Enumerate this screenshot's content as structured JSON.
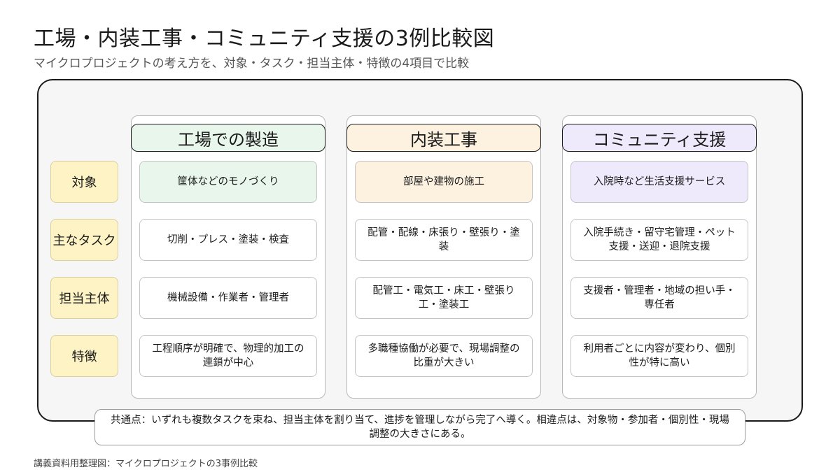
{
  "title": "工場・内装工事・コミュニティ支援の3例比較図",
  "subtitle": "マイクロプロジェクトの考え方を、対象・タスク・担当主体・特徴の4項目で比較",
  "row_labels": [
    "対象",
    "主なタスク",
    "担当主体",
    "特徴"
  ],
  "columns": [
    {
      "title": "工場での製造",
      "accent": "#e8f6ec",
      "cells": [
        "筐体などのモノづくり",
        "切削・プレス・塗装・検査",
        "機械設備・作業者・管理者",
        "工程順序が明確で、物理的加工の連鎖が中心"
      ]
    },
    {
      "title": "内装工事",
      "accent": "#fdf1e0",
      "cells": [
        "部屋や建物の施工",
        "配管・配線・床張り・壁張り・塗装",
        "配管工・電気工・床工・壁張り工・塗装工",
        "多職種協働が必要で、現場調整の比重が大きい"
      ]
    },
    {
      "title": "コミュニティ支援",
      "accent": "#efe9fc",
      "cells": [
        "入院時など生活支援サービス",
        "入院手続き・留守宅管理・ペット支援・送迎・退院支援",
        "支援者・管理者・地域の担い手・専任者",
        "利用者ごとに内容が変わり、個別性が特に高い"
      ]
    }
  ],
  "note": "共通点：いずれも複数タスクを束ね、担当主体を割り当て、進捗を管理しながら完了へ導く。相違点は、対象物・参加者・個別性・現場調整の大きさにある。",
  "footer": "講義資料用整理図：マイクロプロジェクトの3事例比較",
  "colors": {
    "row_label_bg": "#fdf3c4",
    "frame_bg": "#f6f6f6"
  }
}
